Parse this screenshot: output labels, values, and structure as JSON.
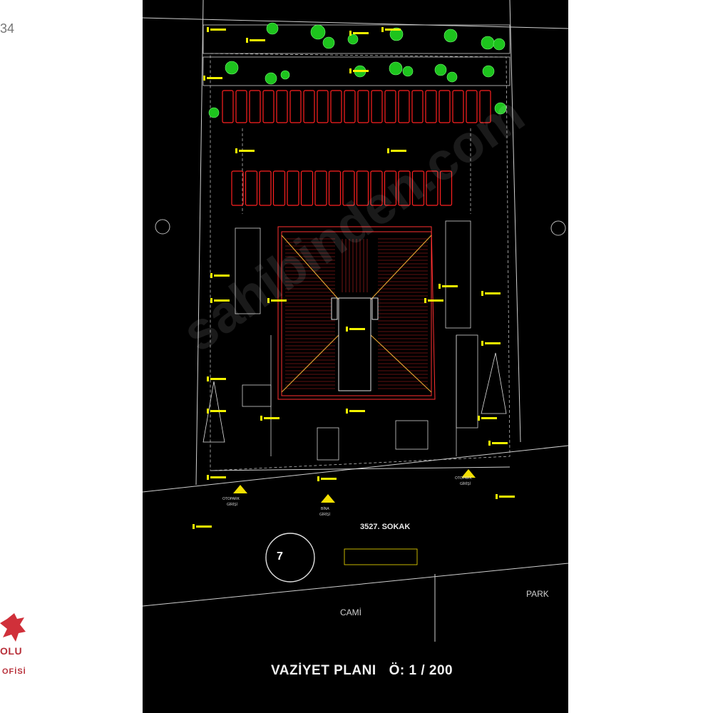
{
  "page": {
    "corner_number": "34"
  },
  "logo": {
    "line1": "OLU",
    "line2": "OFİSİ",
    "line3": ""
  },
  "plan": {
    "street_label": "3527. SOKAK",
    "park_label": "PARK",
    "mosque_label": "CAMİ",
    "title": "VAZİYET PLANI",
    "scale": "Ö: 1 / 200",
    "north_marker": "7",
    "watermark": "sahibinden.com",
    "entrances": [
      {
        "label1": "OTOPARK",
        "label2": "GİRİŞİ"
      },
      {
        "label1": "BİNA",
        "label2": "GİRİŞİ"
      },
      {
        "label1": "OTOPARK",
        "label2": "GİRİŞİ"
      }
    ],
    "colors": {
      "background": "#000000",
      "parking": "#ff2020",
      "annotation": "#f4f400",
      "trees": "#22d022",
      "lines": "#d0d0d0"
    }
  }
}
